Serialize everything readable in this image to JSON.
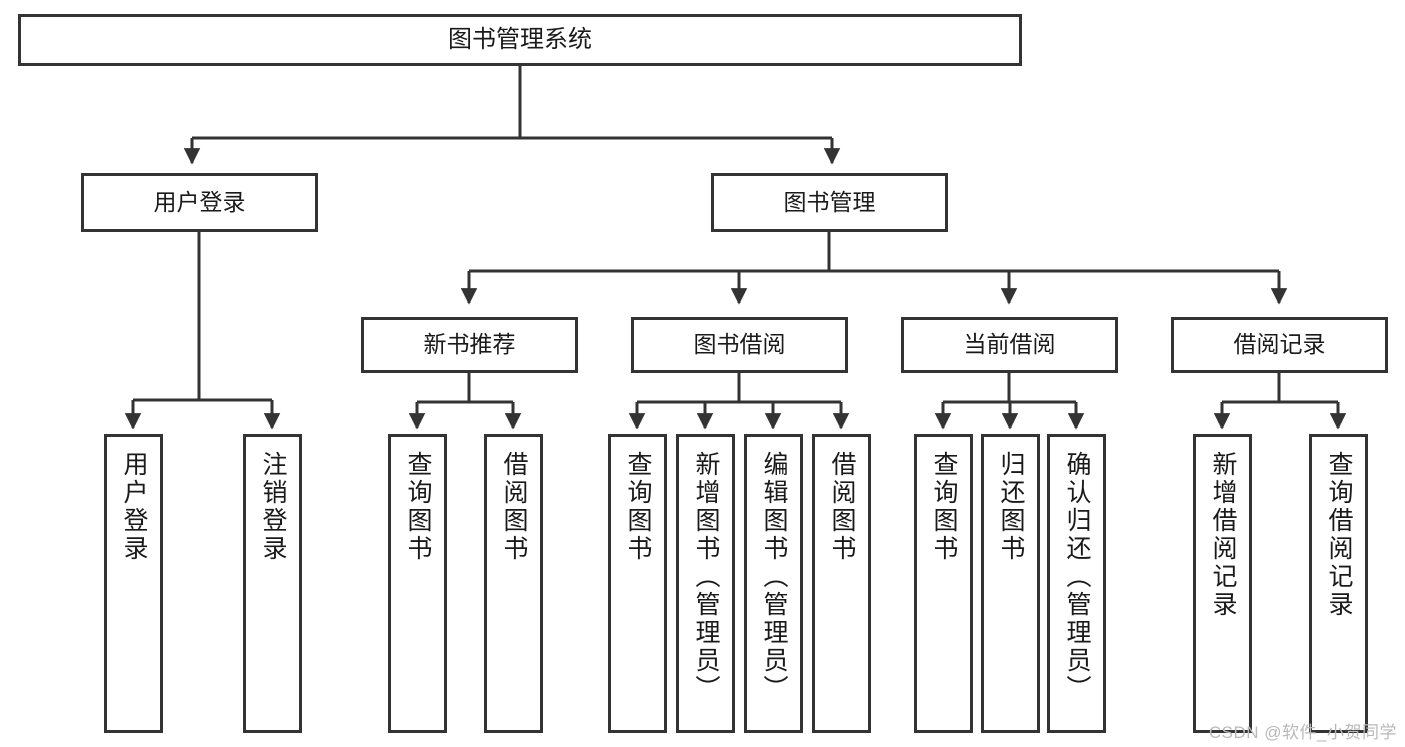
{
  "diagram": {
    "title": "图书管理系统",
    "type": "hierarchy-tree",
    "watermark": "CSDN @软件_小贺同学",
    "colors": {
      "box_border": "#333333",
      "box_fill": "#ffffff",
      "connector": "#333333",
      "text": "#1a1a1a",
      "watermark": "#b9b9b9"
    },
    "levels": {
      "root": {
        "label": "图书管理系统"
      },
      "level2": [
        {
          "label": "用户登录"
        },
        {
          "label": "图书管理"
        }
      ],
      "level3": [
        {
          "label": "新书推荐"
        },
        {
          "label": "图书借阅"
        },
        {
          "label": "当前借阅"
        },
        {
          "label": "借阅记录"
        }
      ],
      "leaves": {
        "user_login": [
          {
            "label": "用户登录"
          },
          {
            "label": "注销登录"
          }
        ],
        "new_book": [
          {
            "label": "查询图书"
          },
          {
            "label": "借阅图书"
          }
        ],
        "book_borrow": [
          {
            "label": "查询图书"
          },
          {
            "label": "新增图书（管理员）"
          },
          {
            "label": "编辑图书（管理员）"
          },
          {
            "label": "借阅图书"
          }
        ],
        "current_borrow": [
          {
            "label": "查询图书"
          },
          {
            "label": "归还图书"
          },
          {
            "label": "确认归还（管理员）"
          }
        ],
        "borrow_record": [
          {
            "label": "新增借阅记录"
          },
          {
            "label": "查询借阅记录"
          }
        ]
      }
    }
  }
}
